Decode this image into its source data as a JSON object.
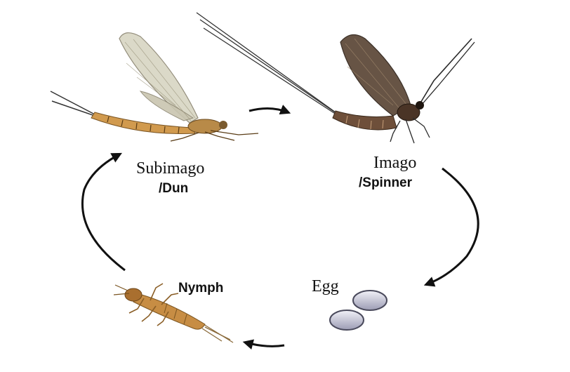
{
  "diagram": {
    "stages": {
      "subimago": {
        "name": "Subimago",
        "alias": "/Dun"
      },
      "imago": {
        "name": "Imago",
        "alias": "/Spinner"
      },
      "egg": {
        "name": "Egg"
      },
      "nymph": {
        "name": "Nymph"
      }
    },
    "icons": {
      "subimago": "mayfly-dun-icon",
      "imago": "mayfly-spinner-icon",
      "egg": "egg-icon",
      "nymph": "nymph-icon"
    },
    "colors": {
      "arrow": "#111111",
      "dun_wing": "#d9d6c4",
      "dun_body": "#d19a4e",
      "spinner_wing": "#5b4636",
      "spinner_body": "#6e4f3a",
      "egg": "#c8c8d6",
      "nymph": "#c78d44"
    }
  }
}
